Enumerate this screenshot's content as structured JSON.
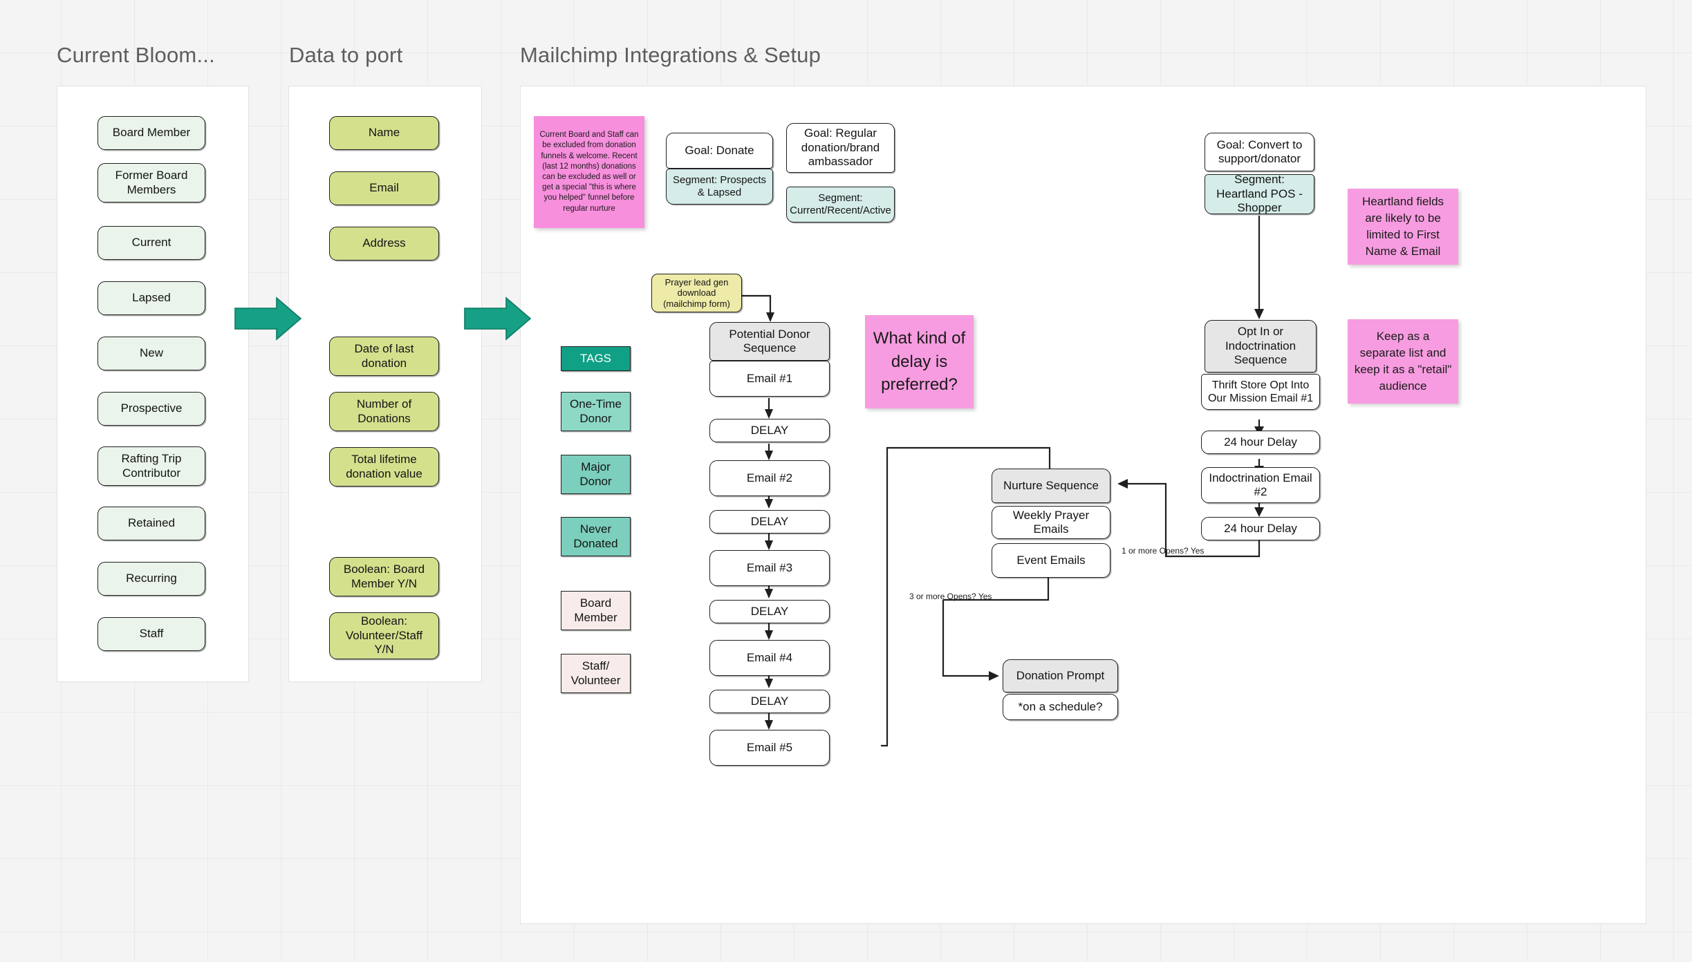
{
  "canvas": {
    "background": "#f4f4f4",
    "frame_background": "#ffffff"
  },
  "frames": [
    {
      "title": "Current Bloom...",
      "name": "frame-current-bloom"
    },
    {
      "title": "Data to port",
      "name": "frame-data-to-port"
    },
    {
      "title": "Mailchimp Integrations & Setup",
      "name": "frame-mailchimp"
    }
  ],
  "current_bloom": {
    "title": "Current Bloom...",
    "items": [
      "Board Member",
      "Former Board Members",
      "Current",
      "Lapsed",
      "New",
      "Prospective",
      "Rafting Trip Contributor",
      "Retained",
      "Recurring",
      "Staff"
    ],
    "color": "#eaf4ea"
  },
  "data_to_port": {
    "title": "Data to port",
    "items": [
      "Name",
      "Email",
      "Address",
      "Date of last donation",
      "Number of Donations",
      "Total lifetime donation value",
      "Boolean: Board Member Y/N",
      "Boolean: Volunteer/Staff Y/N"
    ],
    "color": "#d5e08d"
  },
  "mailchimp": {
    "title": "Mailchimp Integrations & Setup",
    "exclusion_note": "Current Board and Staff can be excluded from donation funnels & welcome. Recent (last 12 months) donations can be excluded as well or get a special \"this is where you helped\" funnel before regular nurture",
    "goals": [
      {
        "goal": "Goal: Donate",
        "segment": "Segment: Prospects & Lapsed"
      },
      {
        "goal": "Goal: Regular donation/brand ambassador",
        "segment": "Segment: Current/Recent/Active"
      }
    ],
    "heartland": {
      "goal": "Goal: Convert to support/donator",
      "segment": "Segment: Heartland POS - Shopper",
      "sequence_header": "Opt In or Indoctrination Sequence",
      "steps": [
        "Thrift Store Opt Into Our Mission Email #1",
        "24 hour Delay",
        "Indoctrination Email #2",
        "24 hour Delay"
      ],
      "notes": [
        "Heartland fields are likely to be limited to First Name & Email",
        "Keep as a separate list and keep it as a \"retail\" audience"
      ]
    },
    "tags": {
      "header": "TAGS",
      "items": [
        {
          "label": "One-Time Donor",
          "color": "#8ed8c6"
        },
        {
          "label": "Major Donor",
          "color": "#7bcfbc"
        },
        {
          "label": "Never Donated",
          "color": "#7bcfbc"
        },
        {
          "label": "Board Member",
          "color": "#f7ece9"
        },
        {
          "label": "Staff/ Volunteer",
          "color": "#f7ece9"
        }
      ]
    },
    "lead_gen": "Prayer lead gen download (mailchimp form)",
    "potential_donor": {
      "header": "Potential Donor Sequence",
      "steps": [
        "Email #1",
        "DELAY",
        "Email #2",
        "DELAY",
        "Email #3",
        "DELAY",
        "Email #4",
        "DELAY",
        "Email #5"
      ]
    },
    "delay_question": "What kind of delay is preferred?",
    "nurture": {
      "header": "Nurture Sequence",
      "steps": [
        "Weekly Prayer Emails",
        "Event Emails"
      ]
    },
    "donation_prompt": {
      "header": "Donation Prompt",
      "sub": "*on a schedule?"
    },
    "edge_labels": [
      "1 or more Opens? Yes",
      "3 or more Opens? Yes"
    ]
  }
}
